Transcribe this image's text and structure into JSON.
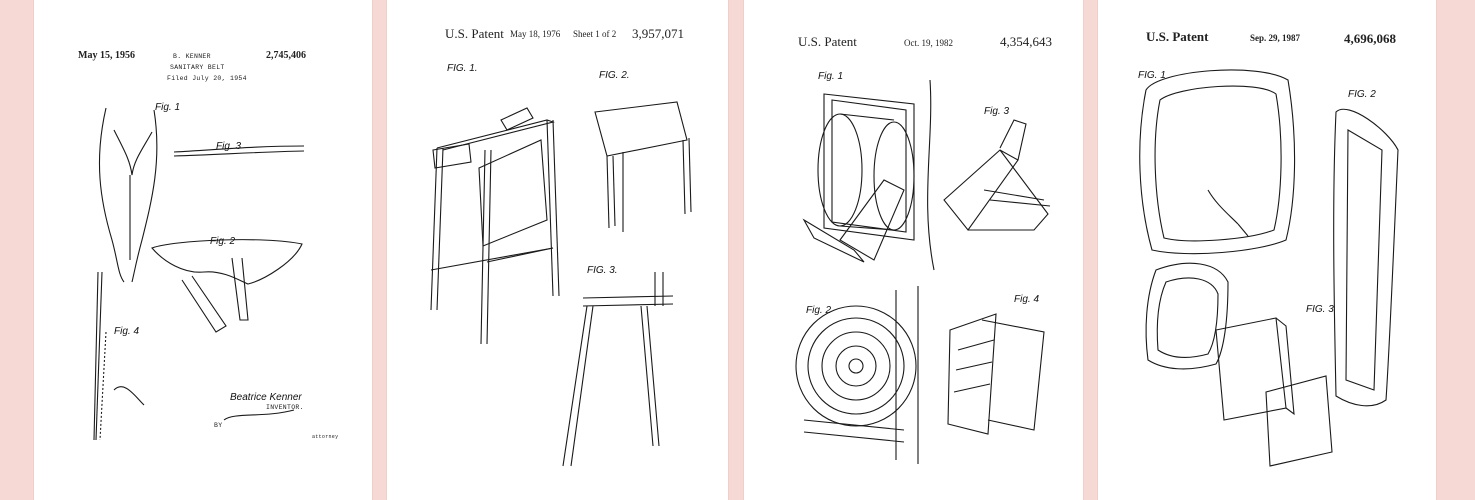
{
  "sheets": [
    {
      "date": "May 15, 1956",
      "inventor_header": "B. KENNER",
      "title": "SANITARY BELT",
      "filed": "Filed July 20, 1954",
      "number": "2,745,406",
      "figures": [
        "Fig. 1",
        "Fig. 3",
        "Fig. 2",
        "Fig. 4"
      ],
      "signature": "Beatrice Kenner",
      "inventor_label": "INVENTOR.",
      "by": "BY",
      "attorney": "attorney"
    },
    {
      "patent_label": "U.S. Patent",
      "date": "May 18, 1976",
      "sheet": "Sheet 1 of 2",
      "number": "3,957,071",
      "figures": [
        "FIG. 1.",
        "FIG. 2.",
        "FIG. 3."
      ]
    },
    {
      "patent_label": "U.S. Patent",
      "date": "Oct. 19, 1982",
      "number": "4,354,643",
      "figures": [
        "Fig. 1",
        "Fig. 3",
        "Fig. 2",
        "Fig. 4"
      ]
    },
    {
      "patent_label": "U.S. Patent",
      "date": "Sep. 29, 1987",
      "number": "4,696,068",
      "figures": [
        "FIG. 1",
        "FIG. 2",
        "FIG. 3"
      ]
    }
  ],
  "colors": {
    "background": "#f6d9d4",
    "sheet": "#ffffff",
    "ink": "#1a1a1a"
  }
}
